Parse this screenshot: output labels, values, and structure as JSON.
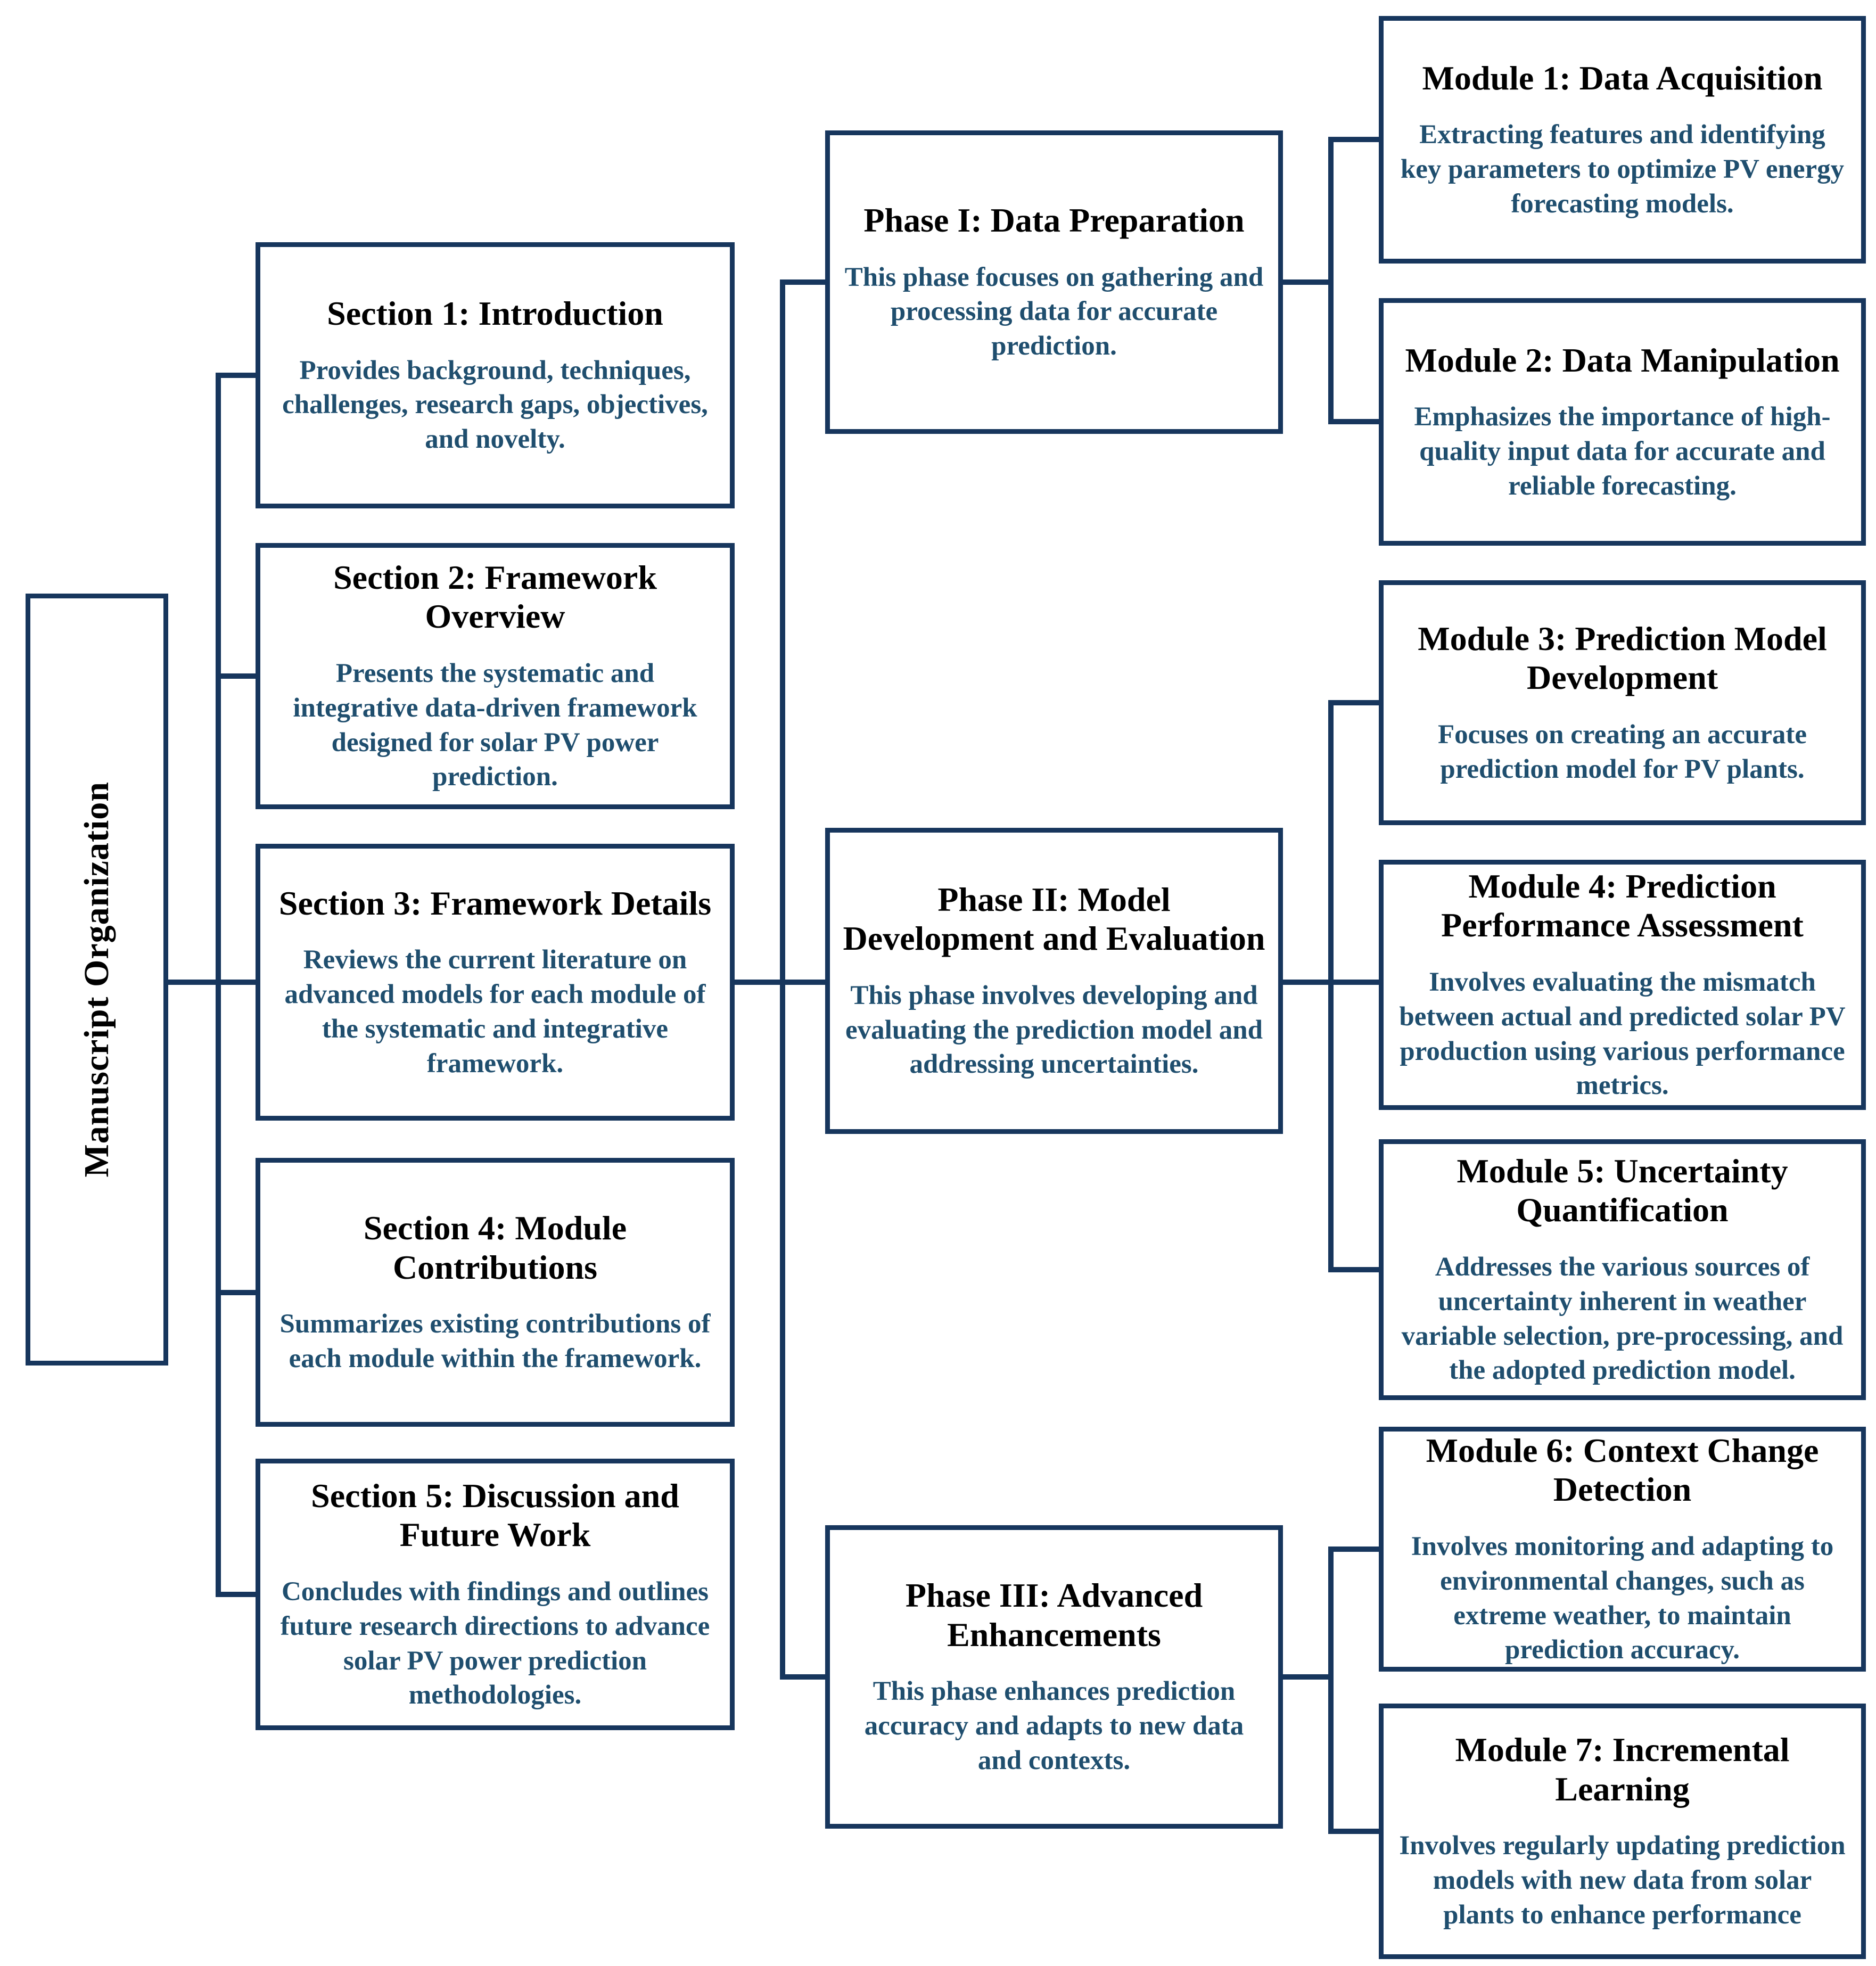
{
  "root": {
    "title": "Manuscript Organization"
  },
  "sections": [
    {
      "title": "Section 1: Introduction",
      "body": "Provides background, techniques, challenges, research gaps, objectives, and novelty."
    },
    {
      "title": "Section 2: Framework Overview",
      "body": "Presents the systematic and integrative data-driven framework designed for solar PV power prediction."
    },
    {
      "title": "Section 3: Framework Details",
      "body": "Reviews the current literature on advanced models for each module of the systematic and integrative framework."
    },
    {
      "title": "Section 4: Module Contributions",
      "body": "Summarizes existing contributions of each module within the framework."
    },
    {
      "title": "Section 5: Discussion and Future Work",
      "body": "Concludes with findings and outlines future research directions to advance solar PV power prediction methodologies."
    }
  ],
  "phases": [
    {
      "title": "Phase I: Data Preparation",
      "body": "This phase focuses on gathering and processing data for accurate prediction."
    },
    {
      "title": "Phase II: Model Development and Evaluation",
      "body": "This phase involves developing and evaluating the prediction model and addressing uncertainties."
    },
    {
      "title": "Phase III: Advanced Enhancements",
      "body": "This phase enhances prediction accuracy and adapts to new data and contexts."
    }
  ],
  "modules": [
    {
      "title": "Module 1: Data Acquisition",
      "body": "Extracting features and identifying key parameters to optimize PV energy forecasting models."
    },
    {
      "title": "Module 2: Data Manipulation",
      "body": "Emphasizes the importance of high-quality input data for accurate and reliable forecasting."
    },
    {
      "title": "Module 3: Prediction Model Development",
      "body": "Focuses on creating an accurate prediction model for PV plants."
    },
    {
      "title": "Module 4: Prediction Performance Assessment",
      "body": "Involves evaluating the mismatch between actual and predicted solar PV production using various performance metrics."
    },
    {
      "title": "Module 5: Uncertainty Quantification",
      "body": "Addresses the various sources of uncertainty inherent in weather variable selection, pre-processing, and the adopted prediction model."
    },
    {
      "title": "Module 6: Context Change Detection",
      "body": "Involves monitoring and adapting to environmental changes, such as extreme weather, to maintain prediction accuracy."
    },
    {
      "title": "Module 7: Incremental Learning",
      "body": "Involves regularly updating prediction models with new data from solar plants to enhance performance"
    }
  ],
  "colors": {
    "border": "#17365d",
    "title_text": "#000000",
    "body_text": "#1f4e6e",
    "background": "#ffffff"
  }
}
